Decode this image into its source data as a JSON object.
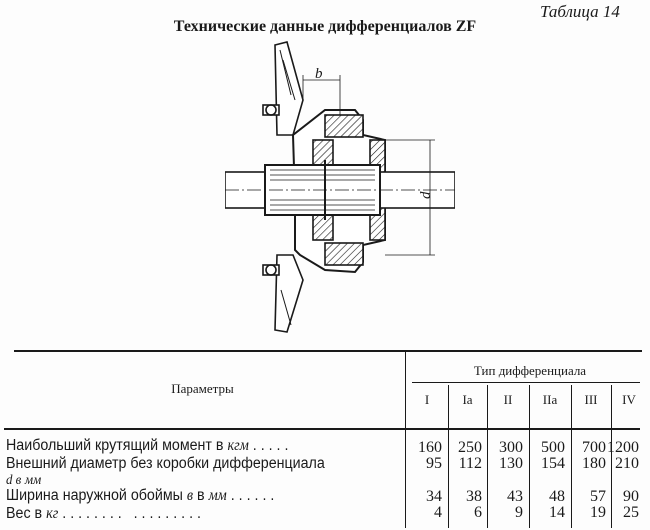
{
  "table_number": "Таблица 14",
  "title": "Технические данные дифференциалов ZF",
  "drawing": {
    "label_b": "b",
    "label_d": "d"
  },
  "table": {
    "param_header": "Параметры",
    "group_header": "Тип дифференциала",
    "columns": [
      "I",
      "Ia",
      "II",
      "IIa",
      "III",
      "IV"
    ],
    "rows": [
      {
        "label": "Наибольший крутящий момент в",
        "unit": "кгм",
        "dots": " . . . . .",
        "values": [
          "160",
          "250",
          "300",
          "500",
          "700",
          "1200"
        ]
      },
      {
        "label": "Внешний диаметр без коробки дифференциала",
        "label2": "d в",
        "unit": "мм",
        "dots": "",
        "values": [
          "95",
          "112",
          "130",
          "154",
          "180",
          "210"
        ]
      },
      {
        "label": "Ширина наружной обоймы",
        "var": "в",
        "label_b": " в",
        "unit": "мм",
        "dots": " . . . . . .",
        "values": [
          "34",
          "38",
          "43",
          "48",
          "57",
          "90"
        ]
      },
      {
        "label": "Вес в",
        "unit": "кг",
        "dots": " . . . . . . . .   . . . . . . . . .",
        "values": [
          "4",
          "6",
          "9",
          "14",
          "19",
          "25"
        ]
      }
    ]
  }
}
